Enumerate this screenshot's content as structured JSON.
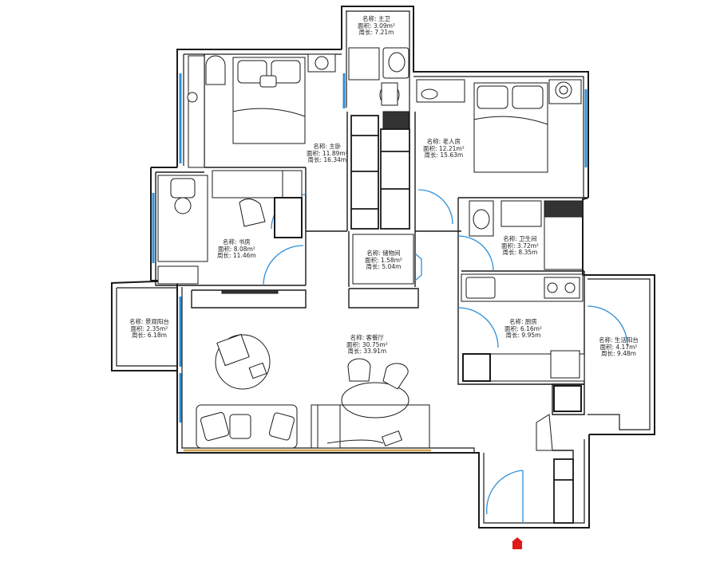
{
  "colors": {
    "wall": "#1a1a1a",
    "window": "#2f8fd8",
    "door": "#2f8fd8",
    "floorline": "#c9a24a",
    "entry": "#e01818",
    "dark_fixture": "#333333"
  },
  "rooms": [
    {
      "key": "master_bath",
      "name": "名称: 主卫",
      "area": "面积: 3.09m²",
      "perimeter": "周长: 7.21m"
    },
    {
      "key": "master_bedroom",
      "name": "名称: 主卧",
      "area": "面积: 11.89m²",
      "perimeter": "周长: 16.34m"
    },
    {
      "key": "elder_room",
      "name": "名称: 老人房",
      "area": "面积: 12.21m²",
      "perimeter": "周长: 15.63m"
    },
    {
      "key": "study",
      "name": "名称: 书房",
      "area": "面积: 8.08m²",
      "perimeter": "周长: 11.46m"
    },
    {
      "key": "storage",
      "name": "名称: 储物间",
      "area": "面积: 1.58m²",
      "perimeter": "周长: 5.04m"
    },
    {
      "key": "bathroom",
      "name": "名称: 卫生间",
      "area": "面积: 3.72m²",
      "perimeter": "周长: 8.35m"
    },
    {
      "key": "kitchen",
      "name": "名称: 厨房",
      "area": "面积: 6.16m²",
      "perimeter": "周长: 9.95m"
    },
    {
      "key": "view_balcony",
      "name": "名称: 景观阳台",
      "area": "面积: 2.35m²",
      "perimeter": "周长: 6.18m"
    },
    {
      "key": "living_dining",
      "name": "名称: 客餐厅",
      "area": "面积: 30.75m²",
      "perimeter": "周长: 33.91m"
    },
    {
      "key": "service_balcony",
      "name": "名称: 生活阳台",
      "area": "面积: 4.17m²",
      "perimeter": "周长: 9.48m"
    }
  ],
  "entrance_marker": "entrance-door-icon"
}
